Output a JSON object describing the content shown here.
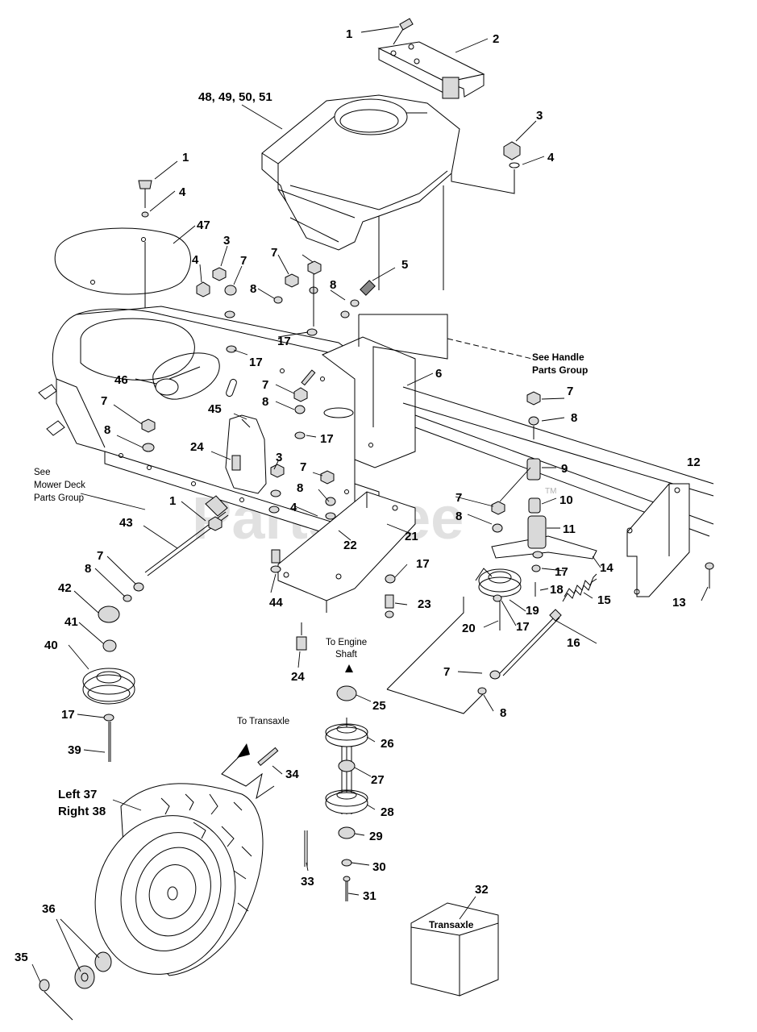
{
  "diagram": {
    "watermark": "PartsTree",
    "trademark": "TM",
    "notes": {
      "see_handle": [
        "See Handle",
        "Parts Group"
      ],
      "see_mower_deck": [
        "See",
        "Mower Deck",
        "Parts Group"
      ],
      "to_engine_shaft": [
        "To Engine",
        "Shaft"
      ],
      "to_transaxle": "To Transaxle",
      "transaxle_box": "Transaxle"
    },
    "callouts": [
      {
        "id": "c1a",
        "text": "1"
      },
      {
        "id": "c2",
        "text": "2"
      },
      {
        "id": "c48",
        "text": "48, 49, 50, 51"
      },
      {
        "id": "c3a",
        "text": "3"
      },
      {
        "id": "c4a",
        "text": "4"
      },
      {
        "id": "c1b",
        "text": "1"
      },
      {
        "id": "c4b",
        "text": "4"
      },
      {
        "id": "c47",
        "text": "47"
      },
      {
        "id": "c3b",
        "text": "3"
      },
      {
        "id": "c4c",
        "text": "4"
      },
      {
        "id": "c7a",
        "text": "7"
      },
      {
        "id": "c7b",
        "text": "7"
      },
      {
        "id": "c8a",
        "text": "8"
      },
      {
        "id": "c8b",
        "text": "8"
      },
      {
        "id": "c5",
        "text": "5"
      },
      {
        "id": "c17a",
        "text": "17"
      },
      {
        "id": "c17b",
        "text": "17"
      },
      {
        "id": "c6",
        "text": "6"
      },
      {
        "id": "c46",
        "text": "46"
      },
      {
        "id": "c7c",
        "text": "7"
      },
      {
        "id": "c7d",
        "text": "7"
      },
      {
        "id": "c8c",
        "text": "8"
      },
      {
        "id": "c45",
        "text": "45"
      },
      {
        "id": "c8d",
        "text": "8"
      },
      {
        "id": "c17c",
        "text": "17"
      },
      {
        "id": "c24a",
        "text": "24"
      },
      {
        "id": "c3c",
        "text": "3"
      },
      {
        "id": "c7e",
        "text": "7"
      },
      {
        "id": "c7f",
        "text": "7"
      },
      {
        "id": "c8e",
        "text": "8"
      },
      {
        "id": "c9",
        "text": "9"
      },
      {
        "id": "c12",
        "text": "12"
      },
      {
        "id": "c8f",
        "text": "8"
      },
      {
        "id": "c1c",
        "text": "1"
      },
      {
        "id": "c4d",
        "text": "4"
      },
      {
        "id": "c7g",
        "text": "7"
      },
      {
        "id": "c10",
        "text": "10"
      },
      {
        "id": "c8g",
        "text": "8"
      },
      {
        "id": "c11",
        "text": "11"
      },
      {
        "id": "c43",
        "text": "43"
      },
      {
        "id": "c21",
        "text": "21"
      },
      {
        "id": "c22",
        "text": "22"
      },
      {
        "id": "c14",
        "text": "14"
      },
      {
        "id": "c7h",
        "text": "7"
      },
      {
        "id": "c8h",
        "text": "8"
      },
      {
        "id": "c17d",
        "text": "17"
      },
      {
        "id": "c44",
        "text": "44"
      },
      {
        "id": "c17e",
        "text": "17"
      },
      {
        "id": "c18",
        "text": "18"
      },
      {
        "id": "c42",
        "text": "42"
      },
      {
        "id": "c23",
        "text": "23"
      },
      {
        "id": "c19",
        "text": "19"
      },
      {
        "id": "c15",
        "text": "15"
      },
      {
        "id": "c13",
        "text": "13"
      },
      {
        "id": "c41",
        "text": "41"
      },
      {
        "id": "c20",
        "text": "20"
      },
      {
        "id": "c17f",
        "text": "17"
      },
      {
        "id": "c16",
        "text": "16"
      },
      {
        "id": "c40",
        "text": "40"
      },
      {
        "id": "c24b",
        "text": "24"
      },
      {
        "id": "c7i",
        "text": "7"
      },
      {
        "id": "c25",
        "text": "25"
      },
      {
        "id": "c8i",
        "text": "8"
      },
      {
        "id": "c17g",
        "text": "17"
      },
      {
        "id": "c26",
        "text": "26"
      },
      {
        "id": "c39",
        "text": "39"
      },
      {
        "id": "c27",
        "text": "27"
      },
      {
        "id": "c34",
        "text": "34"
      },
      {
        "id": "c37",
        "text": "Left 37"
      },
      {
        "id": "c38",
        "text": "Right 38"
      },
      {
        "id": "c28",
        "text": "28"
      },
      {
        "id": "c29",
        "text": "29"
      },
      {
        "id": "c33",
        "text": "33"
      },
      {
        "id": "c30",
        "text": "30"
      },
      {
        "id": "c31",
        "text": "31"
      },
      {
        "id": "c32",
        "text": "32"
      },
      {
        "id": "c36",
        "text": "36"
      },
      {
        "id": "c35",
        "text": "35"
      }
    ]
  }
}
